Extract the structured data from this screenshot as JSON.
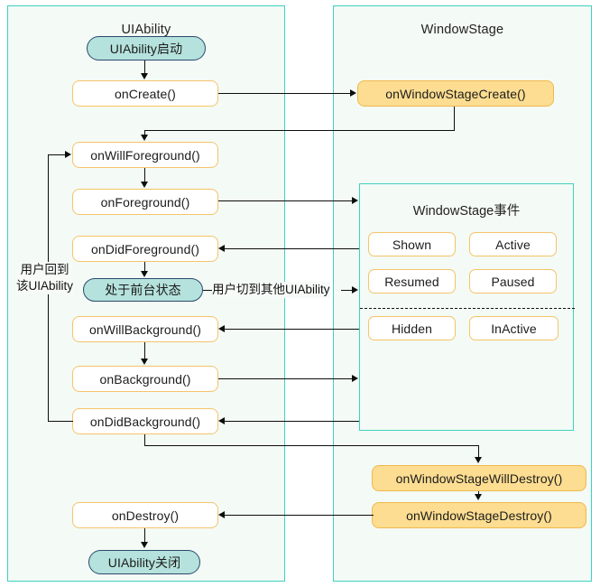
{
  "diagram": {
    "title": "UIAbility and WindowStage lifecycle",
    "colors": {
      "panel_border": "#3fd1c0",
      "panel_bg": "#f4faf5",
      "lifecycle_border": "#f5c46a",
      "lifecycle_bg": "#ffffff",
      "stage_bg": "#fddd91",
      "stage_border": "#f0b94d",
      "pill_bg": "#b5e2dc",
      "pill_border": "#2b4a6f",
      "connector": "#0d0d0d"
    }
  },
  "panels": {
    "left": {
      "title": "UIAbility"
    },
    "right": {
      "title": "WindowStage"
    }
  },
  "uiability_nodes": {
    "start": "UIAbility启动",
    "on_create": "onCreate()",
    "on_will_foreground": "onWillForeground()",
    "on_foreground": "onForeground()",
    "on_did_foreground": "onDidForeground()",
    "foreground_state": "处于前台状态",
    "on_will_background": "onWillBackground()",
    "on_background": "onBackground()",
    "on_did_background": "onDidBackground()",
    "on_destroy": "onDestroy()",
    "close": "UIAbility关闭"
  },
  "windowstage_nodes": {
    "on_window_stage_create": "onWindowStageCreate()",
    "on_window_stage_will_destroy": "onWindowStageWillDestroy()",
    "on_window_stage_destroy": "onWindowStageDestroy()"
  },
  "events_box": {
    "title": "WindowStage事件",
    "foreground_events": [
      {
        "left": "Shown",
        "right": "Active"
      },
      {
        "left": "Resumed",
        "right": "Paused"
      }
    ],
    "background_events": [
      {
        "left": "Hidden",
        "right": "InActive"
      }
    ]
  },
  "edge_labels": {
    "return_to_ability_line1": "用户回到",
    "return_to_ability_line2": "该UIAbility",
    "switch_to_other_ability": "用户切到其他UIAbility"
  }
}
